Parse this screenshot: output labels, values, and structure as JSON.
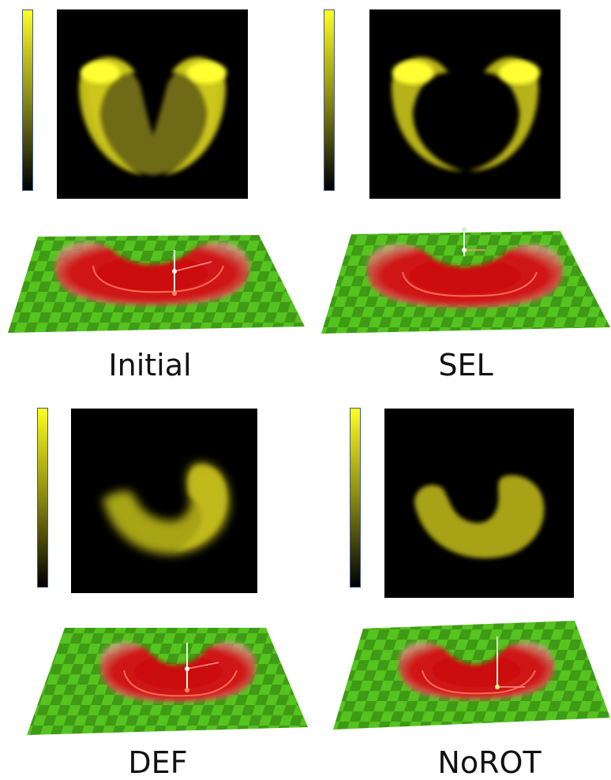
{
  "panels": [
    {
      "label": "Initial"
    },
    {
      "label": "SEL"
    },
    {
      "label": "DEF"
    },
    {
      "label": "NoROT"
    }
  ],
  "colors": {
    "colorbar_top": "#ffff1e",
    "colorbar_bottom": "#000000",
    "heatmap_background": "#000000",
    "heatmap_glow": "#e6e01e",
    "blob_red": "#d01010",
    "ground_green_light": "#55c41e",
    "ground_green_dark": "#3f9a16"
  }
}
